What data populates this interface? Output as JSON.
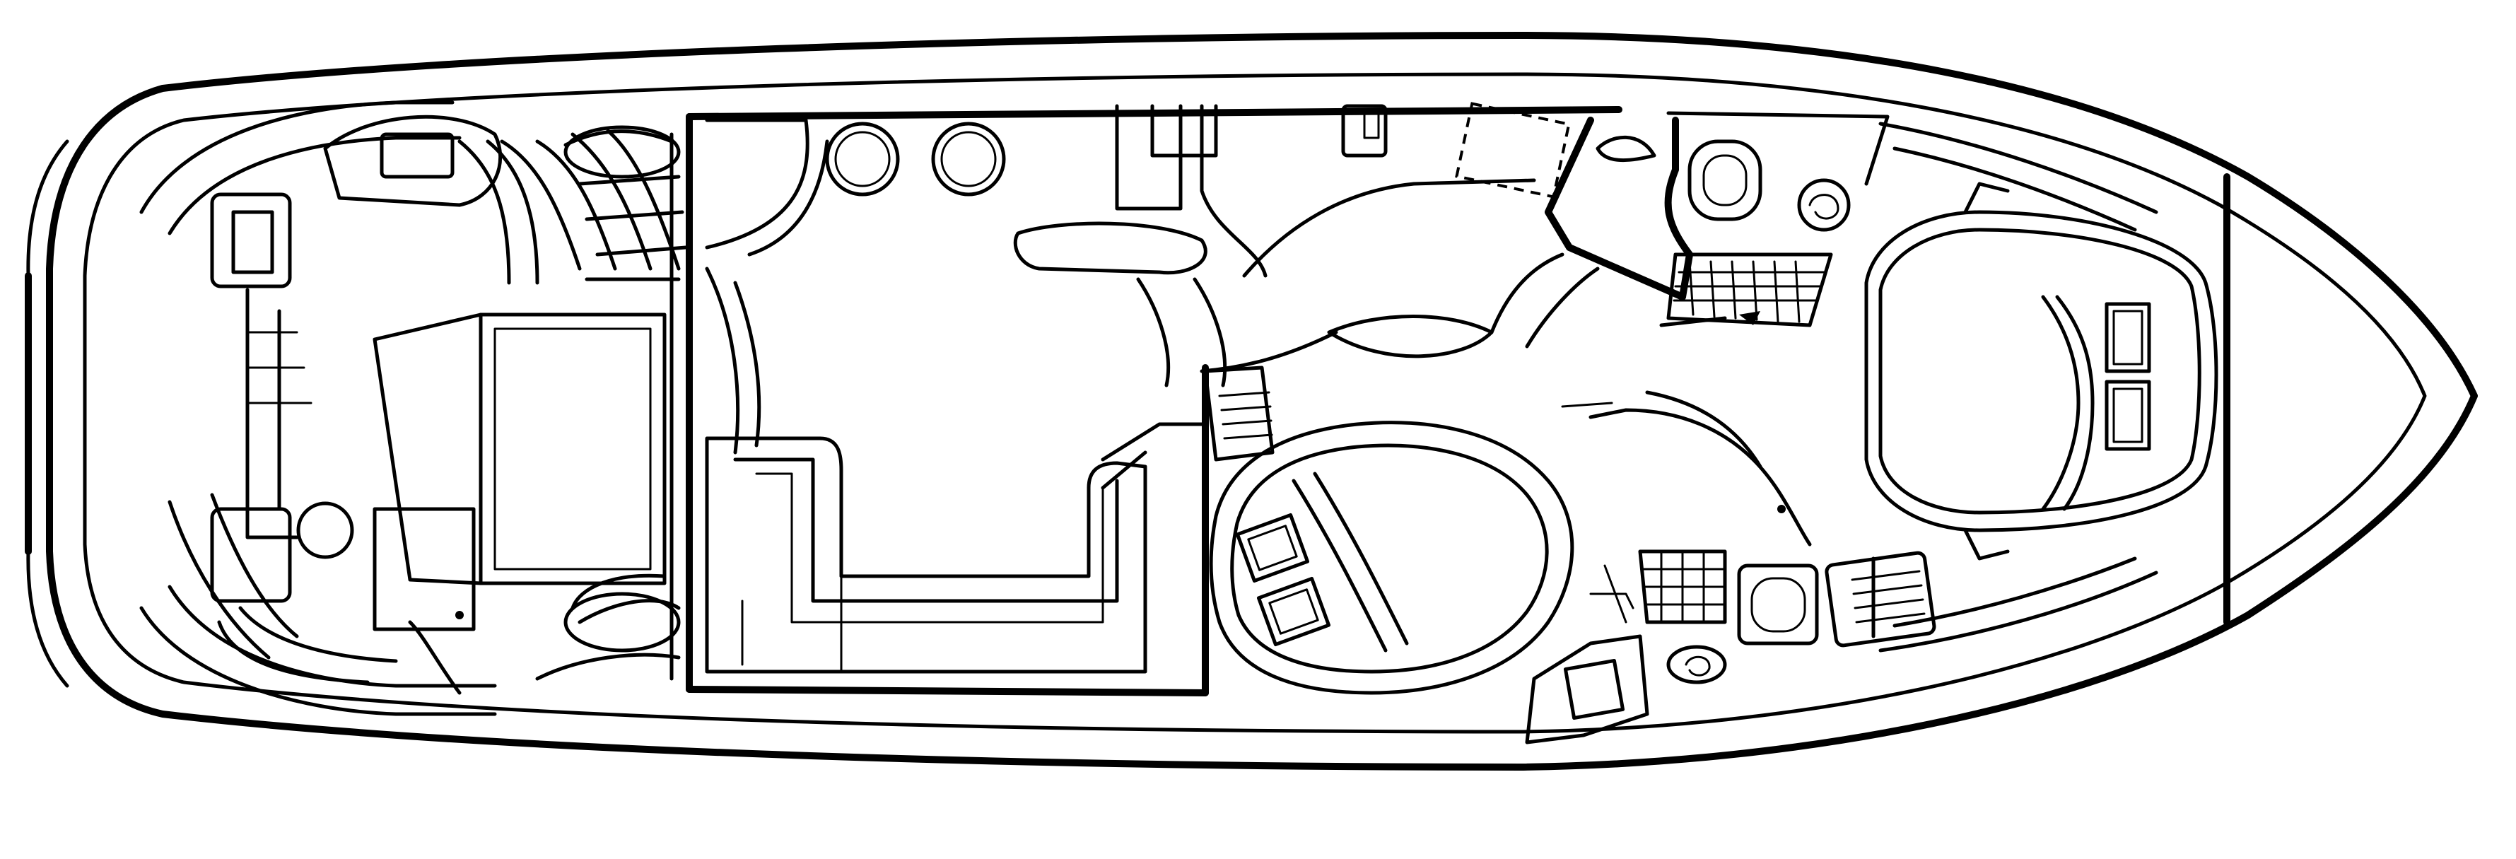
{
  "diagram": {
    "type": "boat-deck-plan",
    "view": "top",
    "orientation": "bow-right",
    "colors": {
      "background": "#ffffff",
      "line": "#000000"
    },
    "icons": [
      "stern-icon",
      "bow-icon",
      "helm-seat-icon",
      "round-stool-icon",
      "sink-icon",
      "toilet-icon",
      "shower-icon",
      "berth-icon",
      "pillow-icon",
      "stairs-icon",
      "sofa-icon"
    ]
  }
}
